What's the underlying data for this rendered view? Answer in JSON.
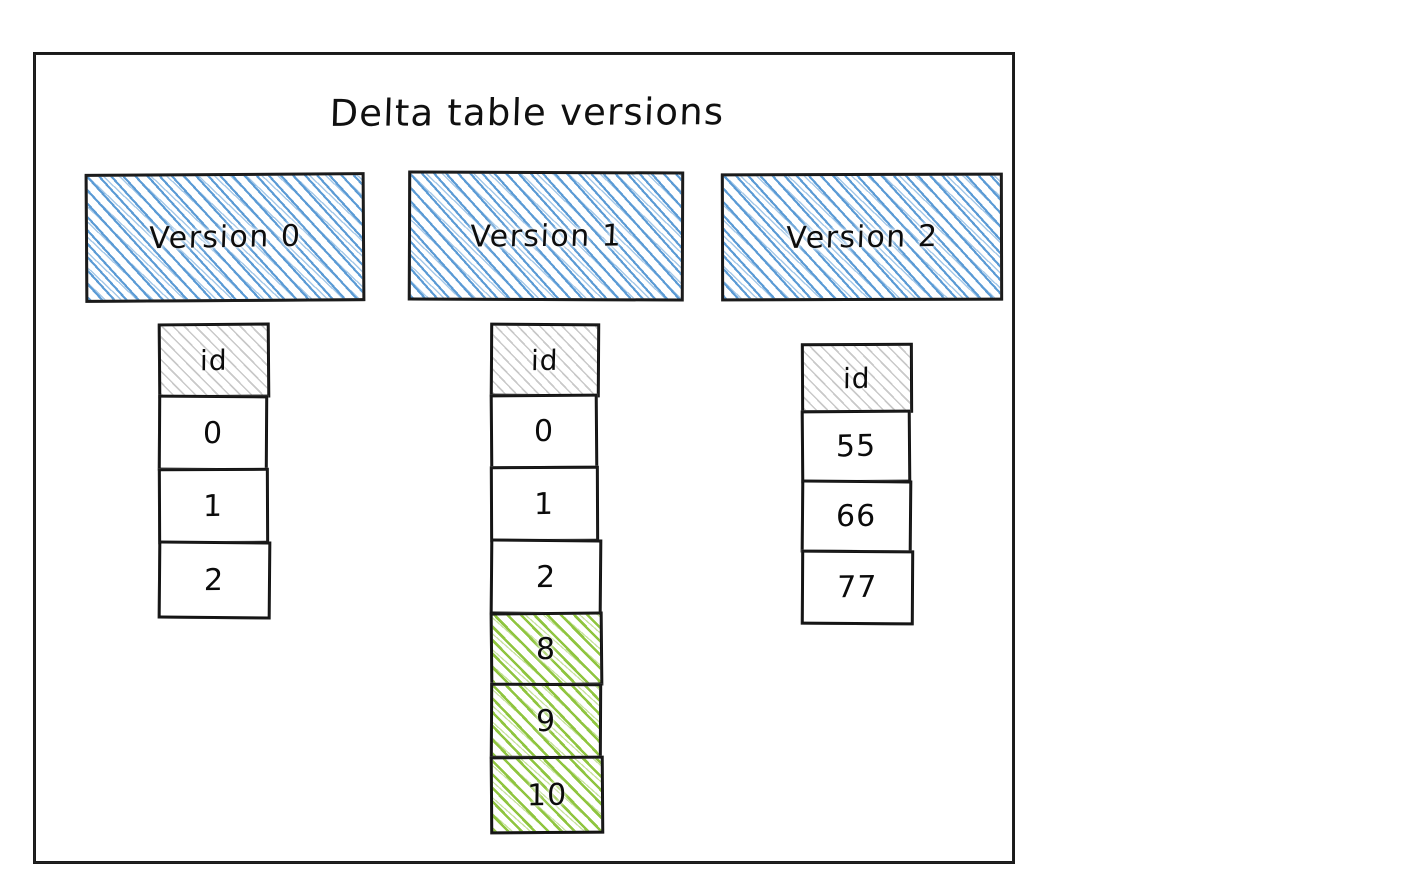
{
  "diagram": {
    "title": "Delta table versions",
    "colors": {
      "banner_hatch": "#5b9bd5",
      "header_hatch": "#c9c9c9",
      "new_row_hatch": "#8fc53f",
      "stroke": "#131313",
      "background": "#ffffff"
    },
    "versions": [
      {
        "banner_label": "Version 0",
        "column_header": "id",
        "rows": [
          {
            "value": "0",
            "state": "existing"
          },
          {
            "value": "1",
            "state": "existing"
          },
          {
            "value": "2",
            "state": "existing"
          }
        ]
      },
      {
        "banner_label": "Version 1",
        "column_header": "id",
        "rows": [
          {
            "value": "0",
            "state": "existing"
          },
          {
            "value": "1",
            "state": "existing"
          },
          {
            "value": "2",
            "state": "existing"
          },
          {
            "value": "8",
            "state": "new"
          },
          {
            "value": "9",
            "state": "new"
          },
          {
            "value": "10",
            "state": "new"
          }
        ]
      },
      {
        "banner_label": "Version 2",
        "column_header": "id",
        "rows": [
          {
            "value": "55",
            "state": "existing"
          },
          {
            "value": "66",
            "state": "existing"
          },
          {
            "value": "77",
            "state": "existing"
          }
        ]
      }
    ]
  }
}
